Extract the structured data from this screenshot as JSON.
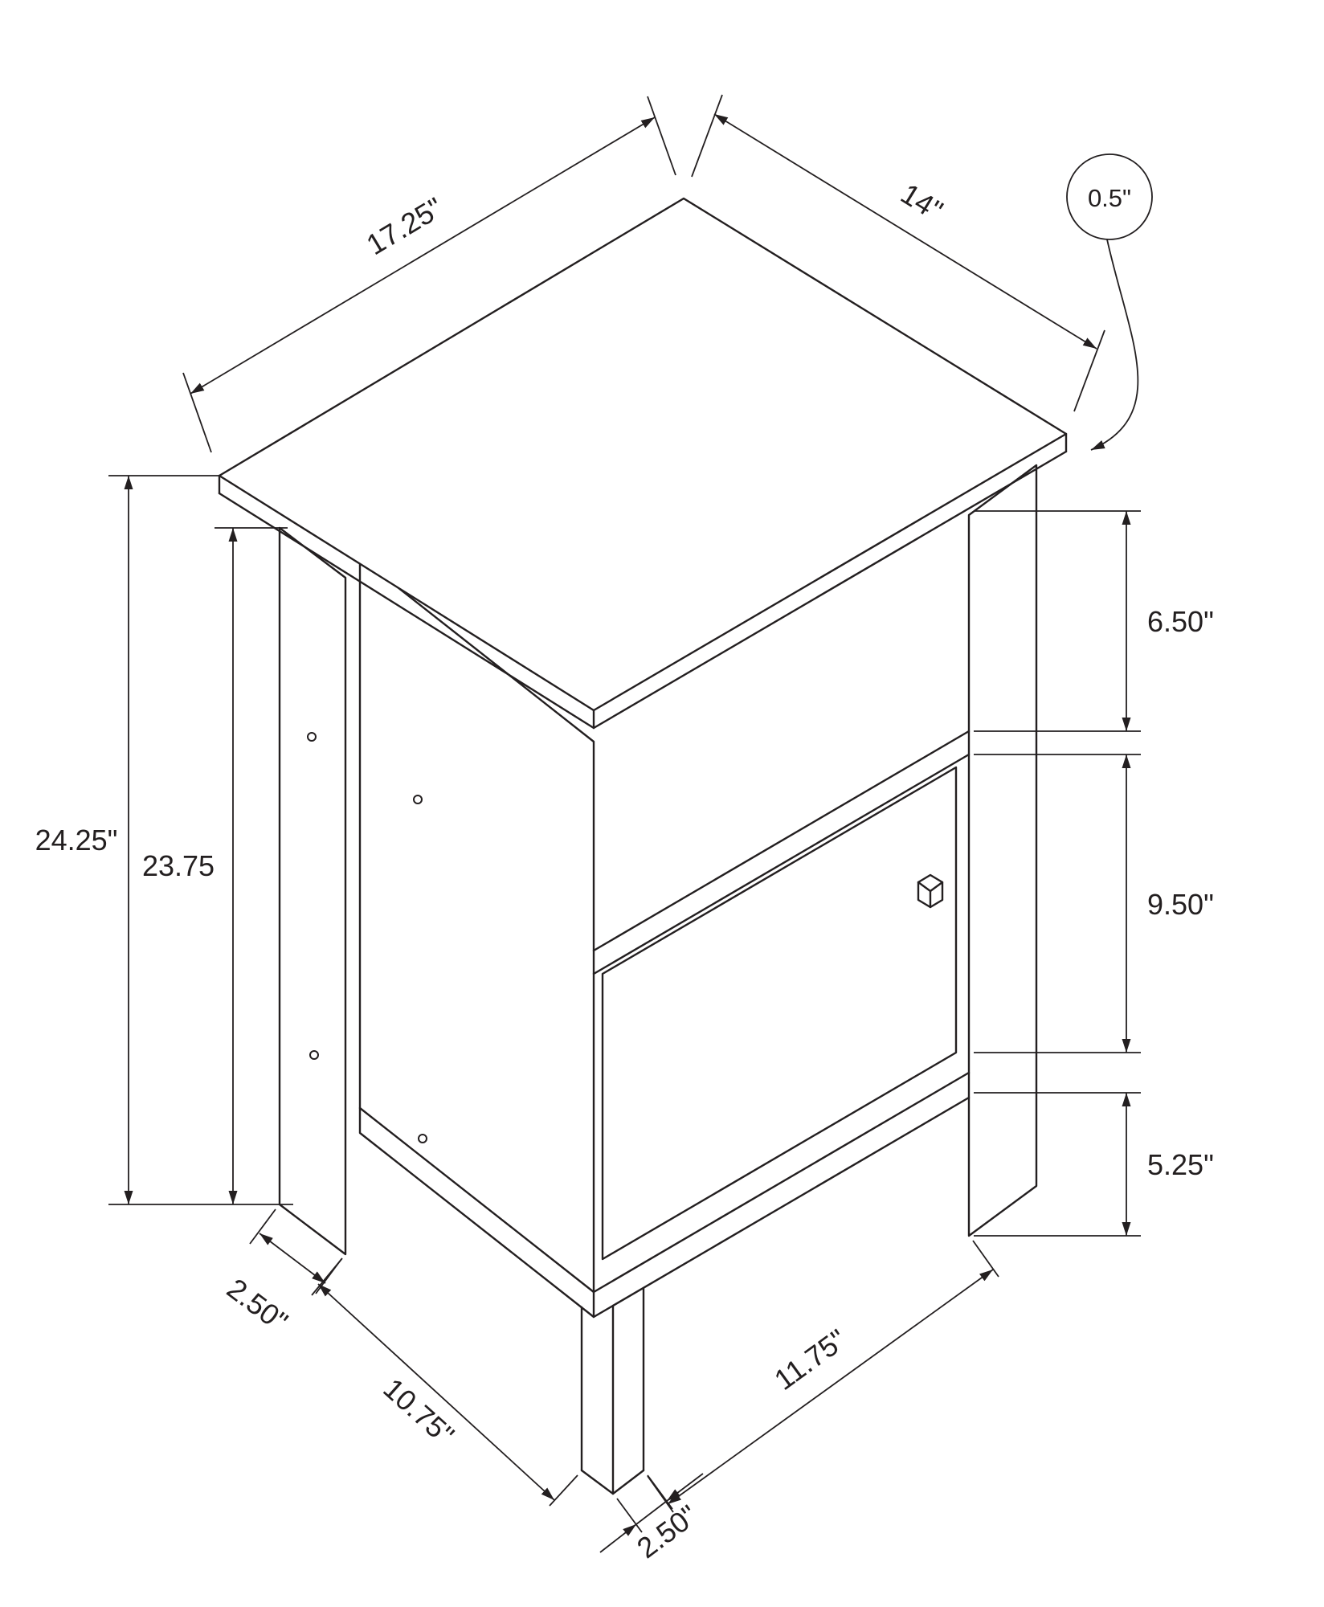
{
  "diagram": {
    "type": "furniture-dimension-drawing",
    "subject": "accent side table with open shelf and cabinet door, isometric line drawing",
    "line_color": "#231f20",
    "background_color": "#ffffff",
    "labels": {
      "top_depth": "17.25\"",
      "top_width": "14\"",
      "top_thickness": "0.5\"",
      "overall_height": "24.25\"",
      "leg_height": "23.75",
      "opening_height": "6.50\"",
      "door_height": "9.50\"",
      "base_clearance": "5.25\"",
      "left_leg_depth": "2.50\"",
      "left_base_span": "10.75\"",
      "front_base_span": "11.75\"",
      "front_leg_width": "2.50\""
    }
  }
}
